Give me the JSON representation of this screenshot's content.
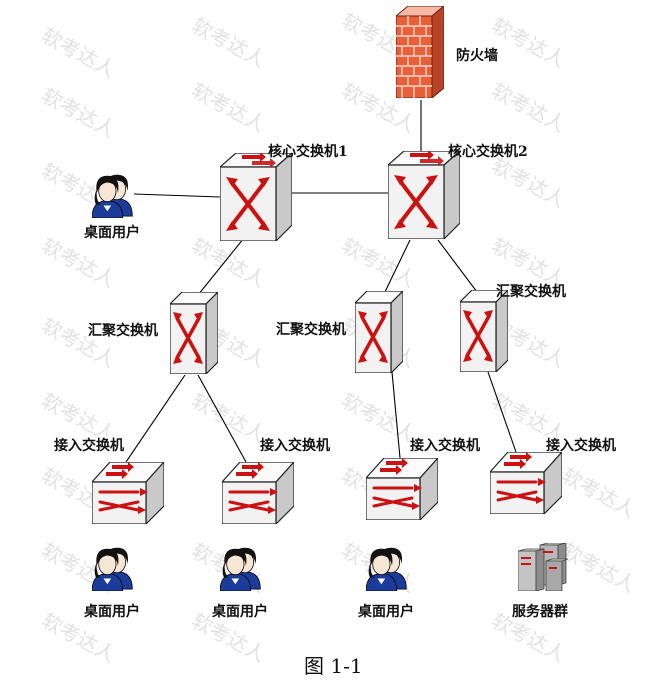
{
  "watermark": "软考达人",
  "caption": "图 1-1",
  "labels": {
    "firewall": "防火墙",
    "core1": "核心交换机1",
    "core2": "核心交换机2",
    "agg1": "汇聚交换机",
    "agg2": "汇聚交换机",
    "agg3": "汇聚交换机",
    "access1": "接入交换机",
    "access2": "接入交换机",
    "access3": "接入交换机",
    "access4": "接入交换机",
    "user_core": "桌面用户",
    "user1": "桌面用户",
    "user2": "桌面用户",
    "user3": "桌面用户",
    "servers": "服务器群"
  },
  "colors": {
    "firewall": "#e8603a",
    "arrow": "#cc1111",
    "device_face": "#f2f2f2",
    "link": "#000000"
  }
}
